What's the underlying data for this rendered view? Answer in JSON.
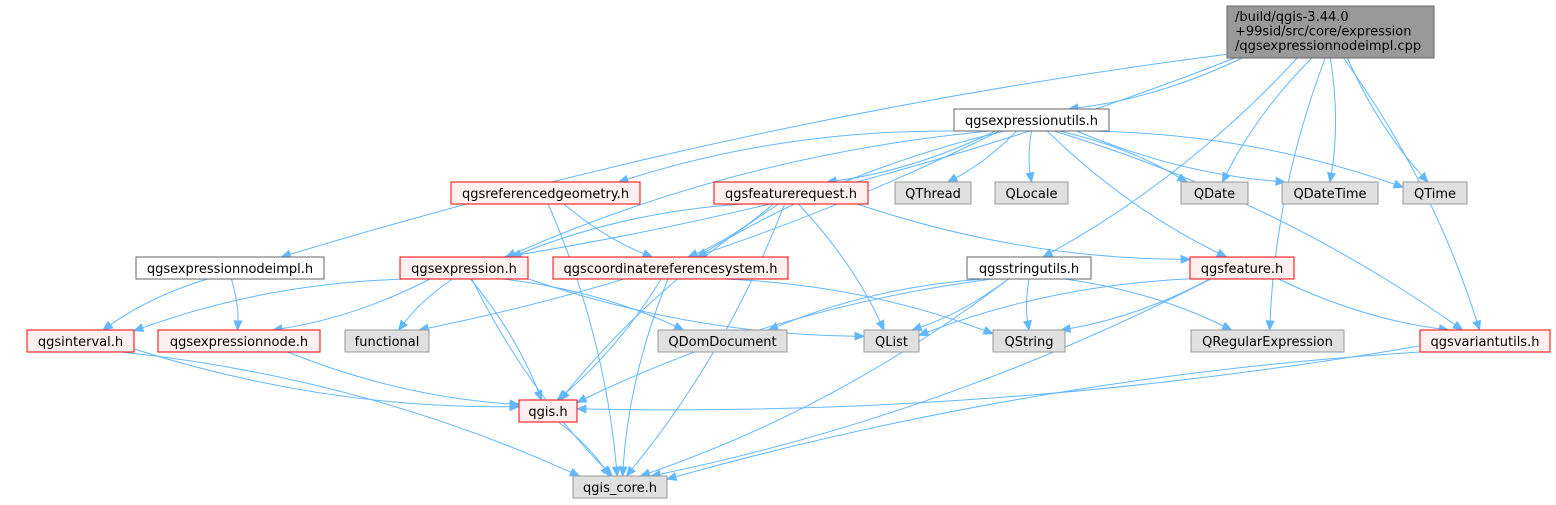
{
  "colors": {
    "edge": "#63b8ff",
    "root_fill": "#999999",
    "root_stroke": "#666666",
    "include_fill": "#ffffff",
    "include_stroke": "#666666",
    "truncated_fill": "#fff0f0",
    "truncated_stroke": "#ff0000",
    "external_fill": "#e0e0e0",
    "external_stroke": "#999999"
  },
  "nodes": {
    "root": {
      "lines": [
        "/build/qgis-3.44.0",
        "+99sid/src/core/expression",
        "/qgsexpressionnodeimpl.cpp"
      ],
      "kind": "root"
    },
    "qgsexpressionutils": {
      "lines": [
        "qgsexpressionutils.h"
      ],
      "kind": "include"
    },
    "qgsexpressionnodeimpl": {
      "lines": [
        "qgsexpressionnodeimpl.h"
      ],
      "kind": "include"
    },
    "qgsstringutils": {
      "lines": [
        "qgsstringutils.h"
      ],
      "kind": "include"
    },
    "qgsreferencedgeometry": {
      "lines": [
        "qgsreferencedgeometry.h"
      ],
      "kind": "truncated"
    },
    "qgsfeaturerequest": {
      "lines": [
        "qgsfeaturerequest.h"
      ],
      "kind": "truncated"
    },
    "qgsexpression": {
      "lines": [
        "qgsexpression.h"
      ],
      "kind": "truncated"
    },
    "qgscoordinatereferencesystem": {
      "lines": [
        "qgscoordinatereferencesystem.h"
      ],
      "kind": "truncated"
    },
    "qgsfeature": {
      "lines": [
        "qgsfeature.h"
      ],
      "kind": "truncated"
    },
    "qgsinterval": {
      "lines": [
        "qgsinterval.h"
      ],
      "kind": "truncated"
    },
    "qgsexpressionnode": {
      "lines": [
        "qgsexpressionnode.h"
      ],
      "kind": "truncated"
    },
    "qgsvariantutils": {
      "lines": [
        "qgsvariantutils.h"
      ],
      "kind": "truncated"
    },
    "qgis": {
      "lines": [
        "qgis.h"
      ],
      "kind": "truncated"
    },
    "qthread": {
      "lines": [
        "QThread"
      ],
      "kind": "external"
    },
    "qlocale": {
      "lines": [
        "QLocale"
      ],
      "kind": "external"
    },
    "qdate": {
      "lines": [
        "QDate"
      ],
      "kind": "external"
    },
    "qdatetime": {
      "lines": [
        "QDateTime"
      ],
      "kind": "external"
    },
    "qtime": {
      "lines": [
        "QTime"
      ],
      "kind": "external"
    },
    "functional": {
      "lines": [
        "functional"
      ],
      "kind": "external"
    },
    "qdomdocument": {
      "lines": [
        "QDomDocument"
      ],
      "kind": "external"
    },
    "qlist": {
      "lines": [
        "QList"
      ],
      "kind": "external"
    },
    "qstring": {
      "lines": [
        "QString"
      ],
      "kind": "external"
    },
    "qregularexpression": {
      "lines": [
        "QRegularExpression"
      ],
      "kind": "external"
    },
    "qgis_core": {
      "lines": [
        "qgis_core.h"
      ],
      "kind": "external"
    }
  },
  "edges": [
    [
      "root",
      "qgsexpressionutils"
    ],
    [
      "root",
      "qgsexpressionnodeimpl"
    ],
    [
      "root",
      "qgsexpression"
    ],
    [
      "root",
      "qdate"
    ],
    [
      "root",
      "qdatetime"
    ],
    [
      "root",
      "qtime"
    ],
    [
      "root",
      "qgsstringutils"
    ],
    [
      "root",
      "qregularexpression"
    ],
    [
      "root",
      "qgsvariantutils"
    ],
    [
      "qgsexpressionutils",
      "qgsreferencedgeometry"
    ],
    [
      "qgsexpressionutils",
      "qgsfeaturerequest"
    ],
    [
      "qgsexpressionutils",
      "qgsexpression"
    ],
    [
      "qgsexpressionutils",
      "functional"
    ],
    [
      "qgsexpressionutils",
      "qgscoordinatereferencesystem"
    ],
    [
      "qgsexpressionutils",
      "qthread"
    ],
    [
      "qgsexpressionutils",
      "qlocale"
    ],
    [
      "qgsexpressionutils",
      "qdate"
    ],
    [
      "qgsexpressionutils",
      "qdatetime"
    ],
    [
      "qgsexpressionutils",
      "qtime"
    ],
    [
      "qgsexpressionutils",
      "qgsfeature"
    ],
    [
      "qgsexpressionutils",
      "qgsvariantutils"
    ],
    [
      "qgsexpressionnodeimpl",
      "qgsinterval"
    ],
    [
      "qgsexpressionnodeimpl",
      "qgsexpressionnode"
    ],
    [
      "qgsreferencedgeometry",
      "qgscoordinatereferencesystem"
    ],
    [
      "qgsreferencedgeometry",
      "qgis_core"
    ],
    [
      "qgsfeaturerequest",
      "qgsexpression"
    ],
    [
      "qgsfeaturerequest",
      "qgscoordinatereferencesystem"
    ],
    [
      "qgsfeaturerequest",
      "qgsfeature"
    ],
    [
      "qgsfeaturerequest",
      "qlist"
    ],
    [
      "qgsfeaturerequest",
      "qgis"
    ],
    [
      "qgsfeaturerequest",
      "qgis_core"
    ],
    [
      "qgsexpression",
      "qgsinterval"
    ],
    [
      "qgsexpression",
      "qgsexpressionnode"
    ],
    [
      "qgsexpression",
      "functional"
    ],
    [
      "qgsexpression",
      "qdomdocument"
    ],
    [
      "qgsexpression",
      "qlist"
    ],
    [
      "qgsexpression",
      "qgis"
    ],
    [
      "qgsexpression",
      "qgis_core"
    ],
    [
      "qgscoordinatereferencesystem",
      "qgis"
    ],
    [
      "qgscoordinatereferencesystem",
      "qgis_core"
    ],
    [
      "qgscoordinatereferencesystem",
      "qstring"
    ],
    [
      "qgsstringutils",
      "qdomdocument"
    ],
    [
      "qgsstringutils",
      "qlist"
    ],
    [
      "qgsstringutils",
      "qstring"
    ],
    [
      "qgsstringutils",
      "qregularexpression"
    ],
    [
      "qgsstringutils",
      "qgis"
    ],
    [
      "qgsstringutils",
      "qgis_core"
    ],
    [
      "qgsfeature",
      "qlist"
    ],
    [
      "qgsfeature",
      "qstring"
    ],
    [
      "qgsfeature",
      "qgsvariantutils"
    ],
    [
      "qgsfeature",
      "qgis_core"
    ],
    [
      "qgsinterval",
      "qgis"
    ],
    [
      "qgsinterval",
      "qgis_core"
    ],
    [
      "qgsexpressionnode",
      "qgis"
    ],
    [
      "qgsvariantutils",
      "qgis"
    ],
    [
      "qgsvariantutils",
      "qgis_core"
    ],
    [
      "qgis",
      "qgis_core"
    ]
  ]
}
